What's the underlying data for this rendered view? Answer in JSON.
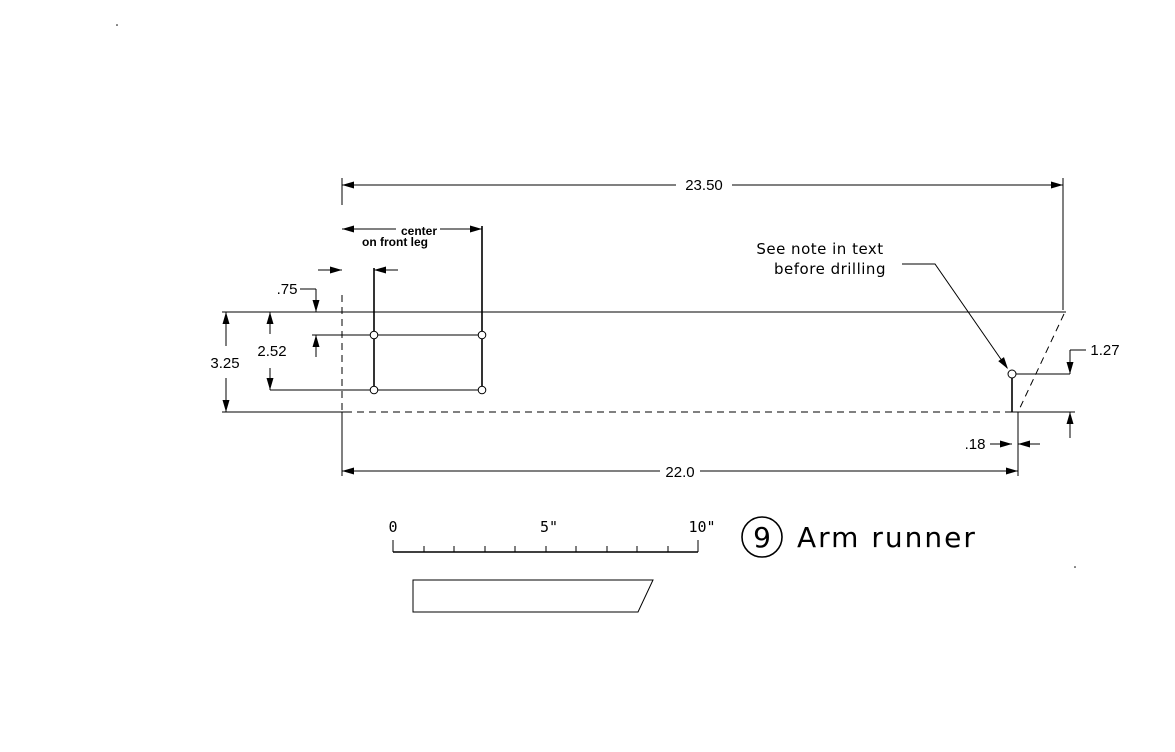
{
  "title": {
    "part_number": "9",
    "name": "Arm runner"
  },
  "dimensions": {
    "overall_length": "23.50",
    "bottom_length": "22.0",
    "height": "3.25",
    "hole_spacing_vertical": "2.52",
    "top_offset": ".75",
    "right_hole_height": "1.27",
    "right_hole_offset": ".18"
  },
  "annotations": {
    "center_line1": "center",
    "center_line2": "on front leg",
    "note_line1": "See note in text",
    "note_line2": "before drilling"
  },
  "scale": {
    "label_start": "0",
    "label_mid": "5\"",
    "label_end": "10\""
  }
}
